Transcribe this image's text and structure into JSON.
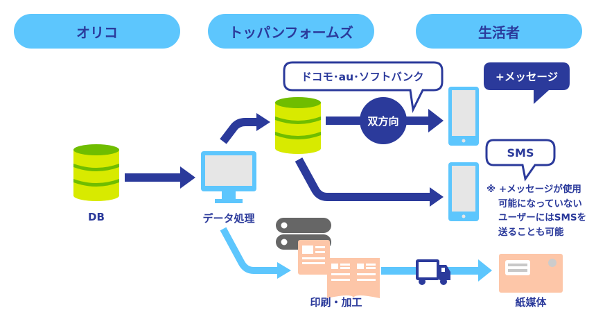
{
  "header": {
    "columns": [
      {
        "label": "オリコ"
      },
      {
        "label": "トッパンフォームズ"
      },
      {
        "label": "生活者"
      }
    ]
  },
  "nodes": {
    "db": {
      "label": "DB",
      "icon": "database-icon"
    },
    "processing": {
      "label": "データ処理",
      "icon": "computer-monitor-icon"
    },
    "carrier_db": {
      "icon": "database-icon"
    },
    "printing": {
      "label": "印刷・加工",
      "icon": "printer-icon"
    },
    "paper_media": {
      "label": "紙媒体",
      "icon": "postcard-icon"
    },
    "delivery": {
      "icon": "truck-icon"
    },
    "phone_top": {
      "icon": "smartphone-icon"
    },
    "phone_bottom": {
      "icon": "smartphone-icon"
    }
  },
  "bubbles": {
    "carriers": "ドコモ･au･ソフトバンク",
    "plus_message": "+メッセージ",
    "sms": "SMS",
    "bidirectional": "双方向"
  },
  "note": {
    "mark": "※",
    "lines": [
      "+メッセージが使用",
      "可能になっていない",
      "ユーザーにはSMSを",
      "送ることも可能"
    ]
  },
  "colors": {
    "navy": "#2b3a9b",
    "light_blue": "#5dc6fd",
    "db_green": "#6fbd00",
    "db_yellow": "#d8ea00",
    "peach": "#fdc6a8",
    "gray": "#666666",
    "screen_gray": "#e6e6e6"
  }
}
